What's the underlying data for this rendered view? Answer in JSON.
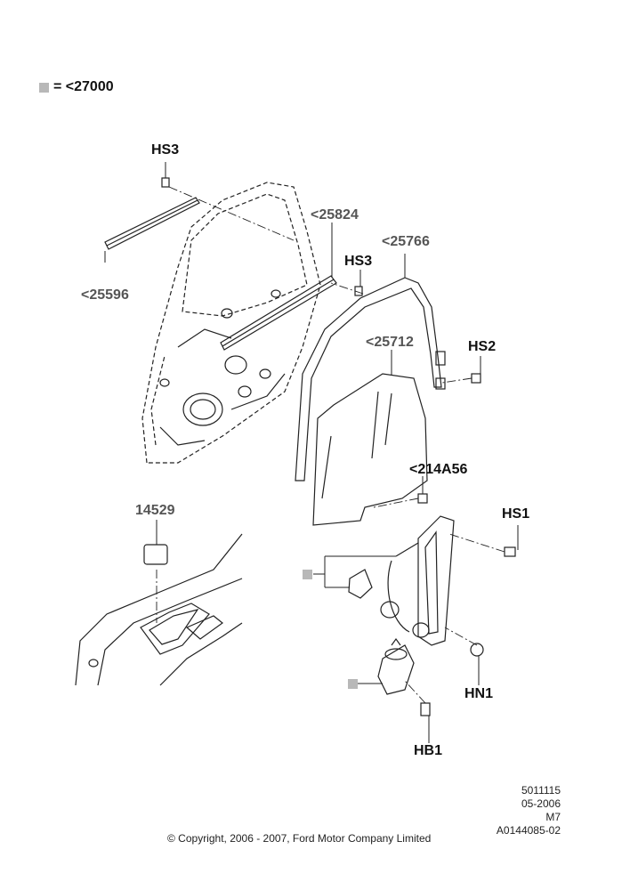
{
  "legend": {
    "text": "= <27000",
    "square_color": "#b8b8b8"
  },
  "labels": {
    "hs3_top": "HS3",
    "p25596": "<25596",
    "p25824": "<25824",
    "p25766": "<25766",
    "hs3_mid": "HS3",
    "p25712": "<25712",
    "hs2": "HS2",
    "p214a56": "<214A56",
    "hs1": "HS1",
    "p14529": "14529",
    "hn1": "HN1",
    "hb1": "HB1"
  },
  "meta": {
    "ref": "5011115",
    "date": "05-2006",
    "code": "M7",
    "illustration": "A0144085-02"
  },
  "copyright": "© Copyright, 2006 - 2007, Ford Motor Company Limited"
}
